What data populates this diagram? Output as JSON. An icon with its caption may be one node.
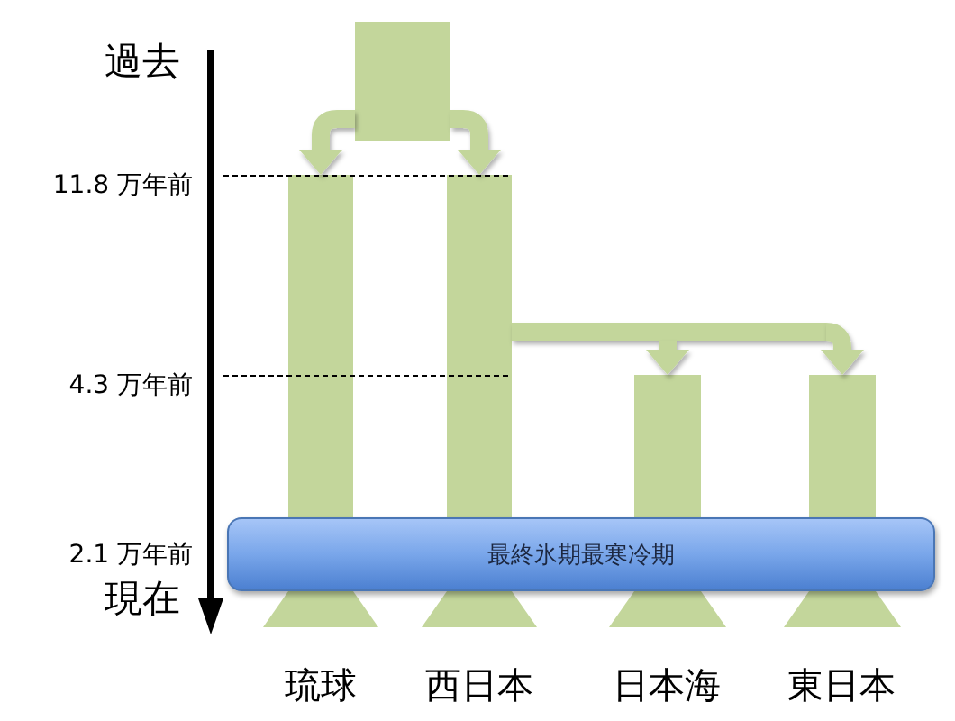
{
  "diagram": {
    "nodes": [
      {
        "text": [],
        "shape": "bar"
      },
      {
        "text": [],
        "shape": "bar"
      },
      {
        "text": [],
        "shape": "bar"
      },
      {
        "text": [],
        "shape": "bar"
      },
      {
        "text": [],
        "shape": "bar"
      },
      {
        "text": [
          "最終氷期最寒冷期"
        ]
      }
    ],
    "edges": [
      {
        "from": 0,
        "to": 1,
        "arrow": "to"
      },
      {
        "from": 0,
        "to": 2,
        "arrow": "to"
      },
      {
        "from": 2,
        "to": 3,
        "arrow": "to"
      },
      {
        "from": 2,
        "to": 4,
        "arrow": "to"
      }
    ],
    "labels": [
      "過去",
      "11.8 万年前",
      "4.3 万年前",
      "2.1 万年前",
      "現在",
      "琉球",
      "西日本",
      "日本海",
      "東日本"
    ]
  }
}
